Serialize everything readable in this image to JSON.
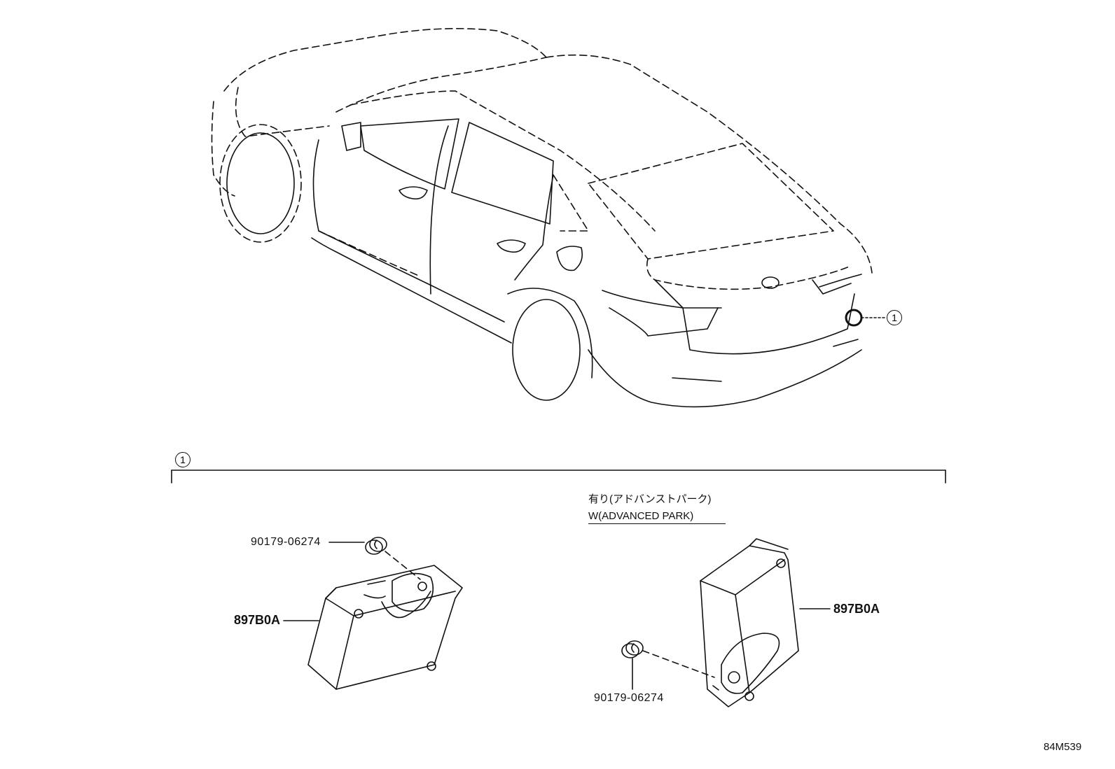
{
  "callout": {
    "number": "1"
  },
  "section": {
    "number": "1"
  },
  "variant": {
    "jp_label": "有り(アドバンストパーク)",
    "en_label": "W(ADVANCED PARK)"
  },
  "left_assembly": {
    "bolt_part": "90179-06274",
    "module_part": "897B0A"
  },
  "right_assembly": {
    "bolt_part": "90179-06274",
    "module_part": "897B0A"
  },
  "diagram_code": "84M539",
  "icons": [
    "car-outline-icon",
    "bolt-icon",
    "control-module-icon",
    "callout-circle-icon"
  ]
}
